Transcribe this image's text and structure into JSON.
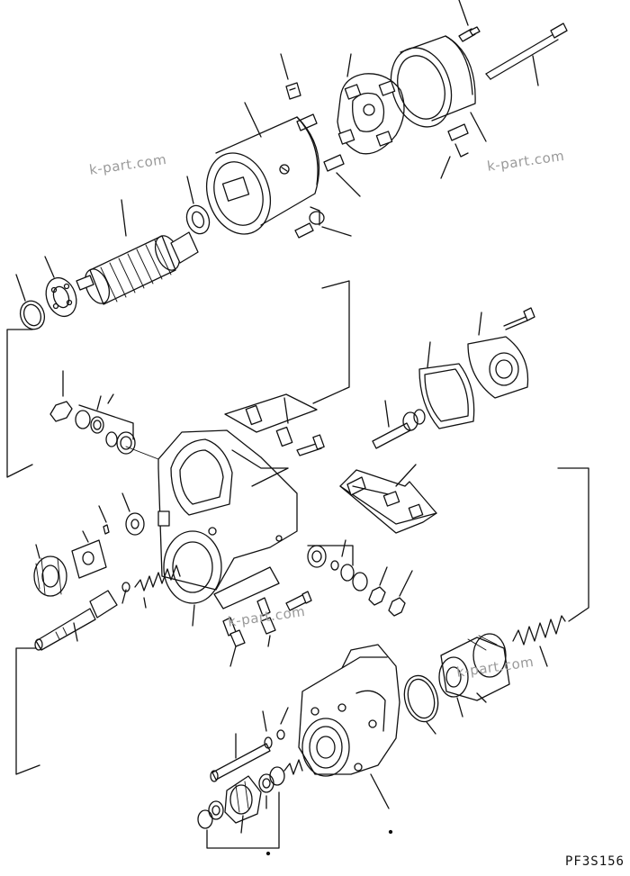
{
  "watermarks": [
    {
      "text": "k-part.com"
    },
    {
      "text": "k-part.com"
    },
    {
      "text": "k-part.com"
    },
    {
      "text": "k-part.com"
    }
  ],
  "drawing_code": "PF3S156"
}
